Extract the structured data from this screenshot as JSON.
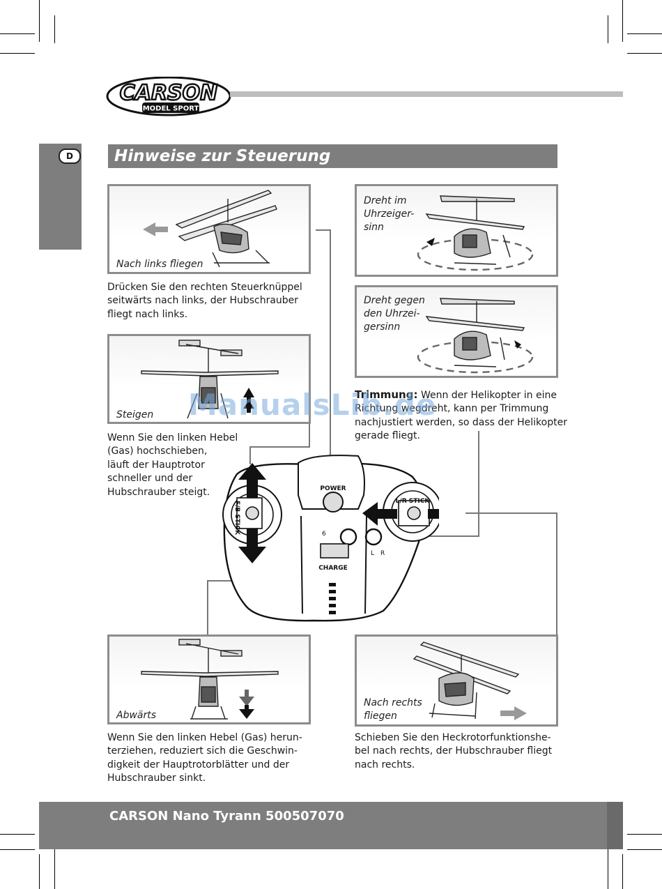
{
  "brand": {
    "logo_main": "CARSON",
    "logo_sub": "MODEL SPORT"
  },
  "language_badge": "D",
  "section_title": "Hinweise zur Steuerung",
  "panels": {
    "left_fly": {
      "caption": "Nach links fliegen"
    },
    "climb": {
      "caption": "Steigen"
    },
    "descend": {
      "caption": "Abwärts"
    },
    "cw": {
      "caption_lines": [
        "Dreht im",
        "Uhrzeiger-",
        "sinn"
      ]
    },
    "ccw": {
      "caption_lines": [
        "Dreht gegen",
        "den Uhrzei-",
        "gersinn"
      ]
    },
    "right_fly": {
      "caption_lines": [
        "Nach rechts",
        "fliegen"
      ]
    }
  },
  "texts": {
    "left_fly": [
      "Drücken Sie den rechten Steuerknüppel",
      "seitwärts nach links, der Hubschrauber",
      "fliegt nach links."
    ],
    "climb": [
      "Wenn Sie den linken Hebel",
      "(Gas) hochschieben,",
      "läuft der Hauptrotor",
      "schneller und der",
      "Hubschrauber steigt."
    ],
    "trim_label": "Trimmung:",
    "trim_lines": [
      "Wenn der Helikopter in eine",
      "Richtung wegdreht, kann per Trimmung",
      "nachjustiert werden, so dass der Helikopter",
      "gerade fliegt."
    ],
    "descend": [
      "Wenn Sie den linken Hebel (Gas) herun-",
      "terziehen, reduziert sich die Geschwin-",
      "digkeit der Hauptrotorblätter und der",
      "Hubschrauber sinkt."
    ],
    "right_fly": [
      "Schieben Sie den Heckrotorfunktionshe-",
      "bel nach rechts, der Hubschrauber fliegt",
      "nach rechts."
    ]
  },
  "controller": {
    "power_label": "POWER",
    "charge_label": "CHARGE",
    "left_stick_label": "F/B STICK",
    "right_stick_label": "L/R STICK",
    "trim_left": "L",
    "trim_right": "R",
    "trim_marker": "6"
  },
  "footer": "CARSON Nano Tyrann 500507070",
  "watermark": "ManualsLib.de",
  "colors": {
    "bar_gray": "#7e7e7e",
    "panel_border": "#8c8c8c",
    "arrow_dark": "#111111"
  }
}
